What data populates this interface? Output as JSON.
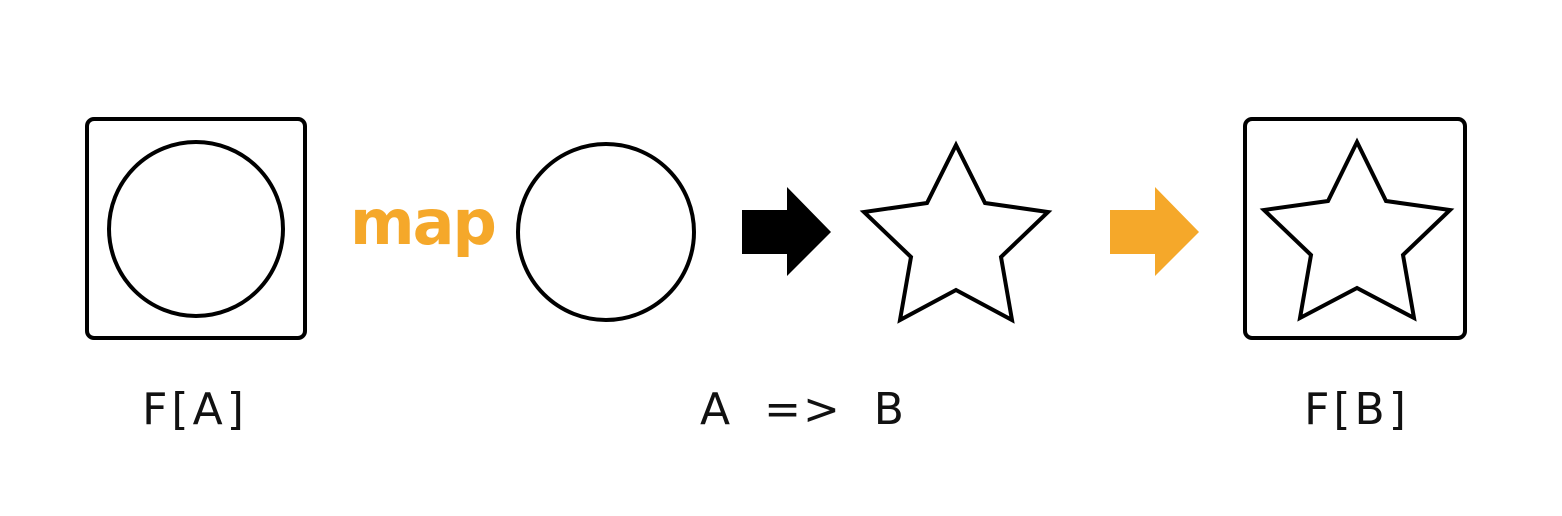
{
  "diagram": {
    "source_label": "F[A]",
    "map_label": "map",
    "function_label": "A  =>  B",
    "result_label": "F[B]"
  },
  "colors": {
    "accent": "#F5A82A",
    "stroke": "#000000",
    "text": "#111111",
    "background": "#ffffff"
  },
  "icons": {
    "source_box": "square-box",
    "source_shape": "circle-icon",
    "input_shape": "circle-icon",
    "function_arrow": "arrow-right-icon",
    "output_shape": "star-icon",
    "map_arrow": "arrow-right-icon",
    "result_box": "square-box",
    "result_shape": "star-icon"
  }
}
